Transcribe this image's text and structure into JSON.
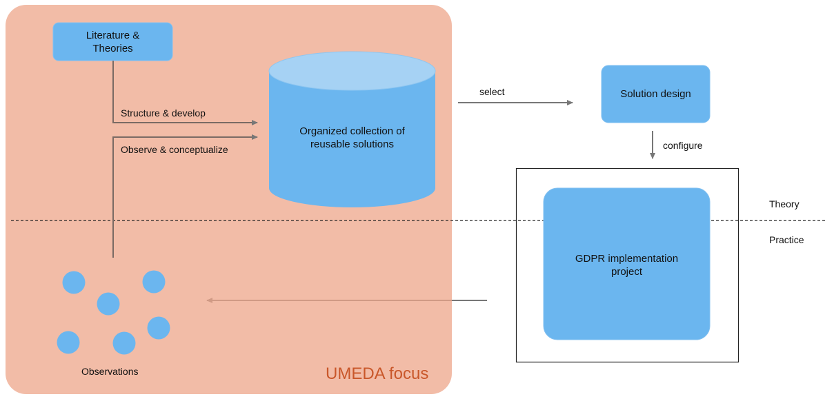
{
  "diagram": {
    "focus_region": {
      "label": "UMEDA focus",
      "fill": "#f0bba6",
      "label_color": "#c9572a"
    },
    "nodes": {
      "literature": {
        "label": "Literature & Theories",
        "line1": "Literature &",
        "line2": "Theories",
        "fill": "#6bb6ef"
      },
      "collection": {
        "label": "Organized collection of reusable solutions",
        "line1": "Organized collection of",
        "line2": "reusable solutions",
        "fill": "#6bb6ef",
        "top_fill": "#a6d2f4"
      },
      "solution_design": {
        "label": "Solution design",
        "fill": "#6bb6ef"
      },
      "gdpr_project": {
        "label": "GDPR implementation project",
        "line1": "GDPR implementation",
        "line2": "project",
        "fill": "#6bb6ef"
      },
      "observations": {
        "label": "Observations",
        "count": 6,
        "fill": "#6bb6ef"
      }
    },
    "edges": [
      {
        "from": "literature",
        "to": "collection",
        "label": "Structure & develop"
      },
      {
        "from": "observations",
        "to": "collection",
        "label": "Observe & conceptualize"
      },
      {
        "from": "collection",
        "to": "solution_design",
        "label": "select"
      },
      {
        "from": "solution_design",
        "to": "gdpr_project",
        "label": "configure"
      },
      {
        "from": "gdpr_project",
        "to": "observations",
        "label": ""
      }
    ],
    "divider": {
      "upper_label": "Theory",
      "lower_label": "Practice"
    },
    "edge_color": "#777777"
  }
}
